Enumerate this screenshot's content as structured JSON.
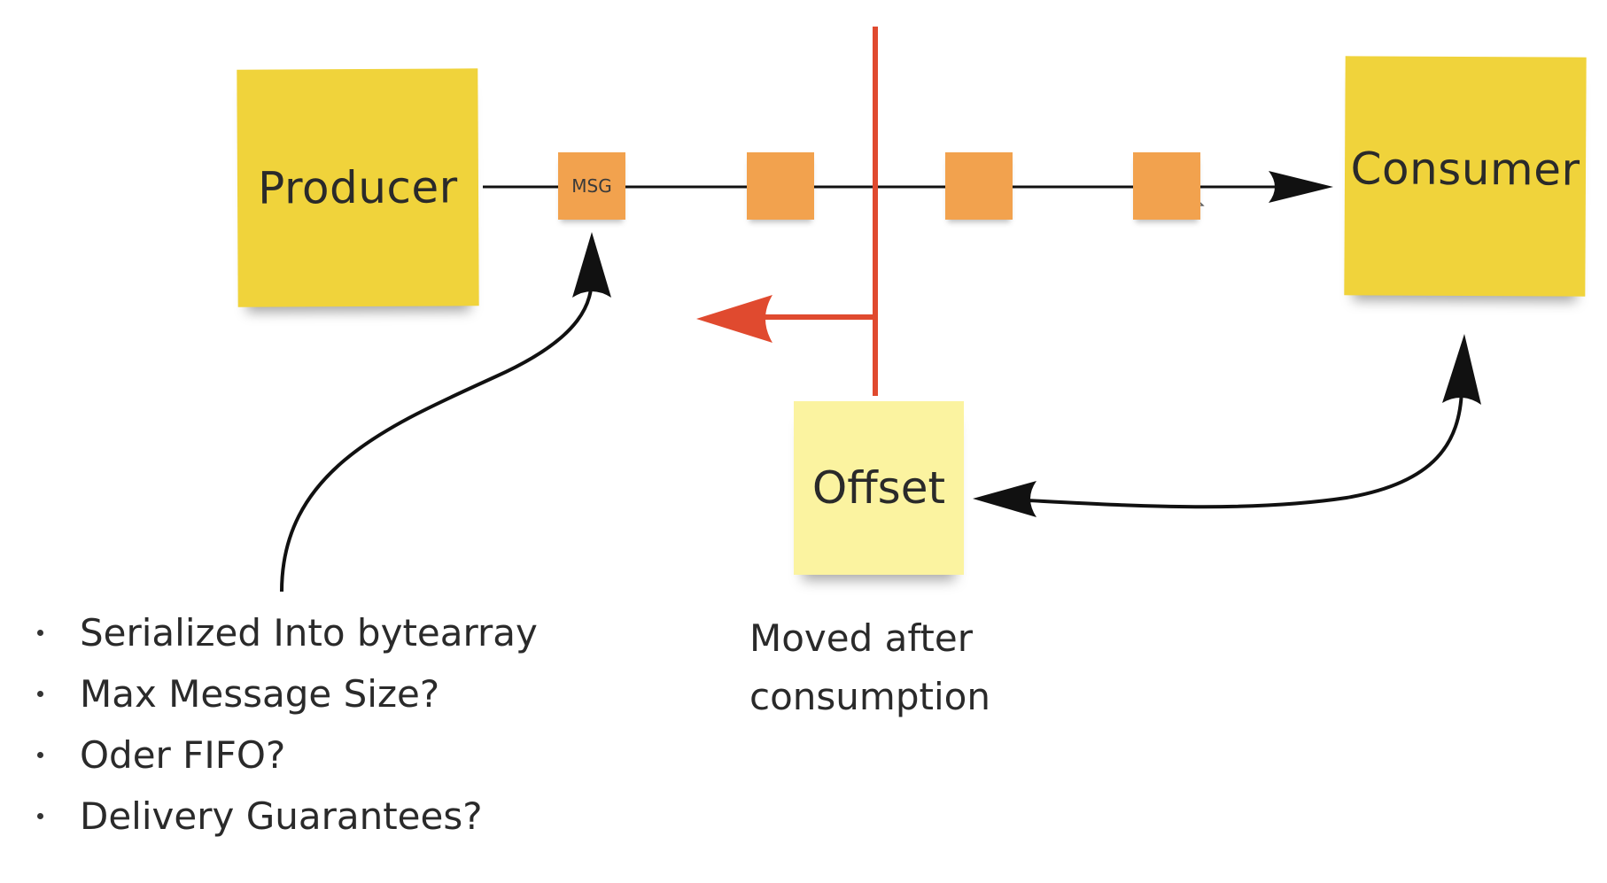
{
  "diagram": {
    "producer_label": "Producer",
    "consumer_label": "Consumer",
    "offset_label": "Offset",
    "message_label": "MSG",
    "offset_note": [
      "Moved after",
      "consumption"
    ],
    "bullets": [
      "Serialized Into bytearray",
      "Max Message Size?",
      "Oder FIFO?",
      "Delivery Guarantees?"
    ],
    "colors": {
      "sticky_yellow": "#f0d33b",
      "sticky_light_yellow": "#fbf3a0",
      "message_orange": "#f2a24e",
      "offset_red": "#e04a2f",
      "arrow_black": "#111111"
    }
  }
}
